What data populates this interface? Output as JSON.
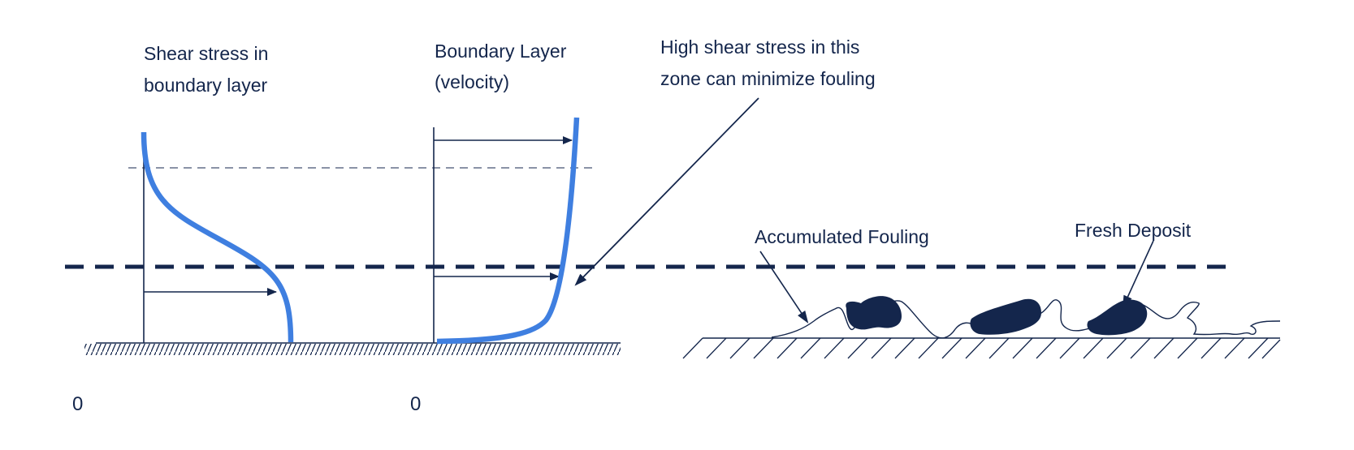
{
  "labels": {
    "shear_title_line1": "Shear stress in",
    "shear_title_line2": "boundary layer",
    "velocity_title_line1": "Boundary Layer",
    "velocity_title_line2": "(velocity)",
    "callout_line1": "High shear stress in this",
    "callout_line2": "zone can minimize fouling",
    "accumulated": "Accumulated Fouling",
    "fresh": "Fresh Deposit",
    "origin_left": "0",
    "origin_right": "0"
  },
  "colors": {
    "ink": "#14264c",
    "profile": "#3f7fe0",
    "deposit": "#14264c",
    "background": "#ffffff"
  }
}
